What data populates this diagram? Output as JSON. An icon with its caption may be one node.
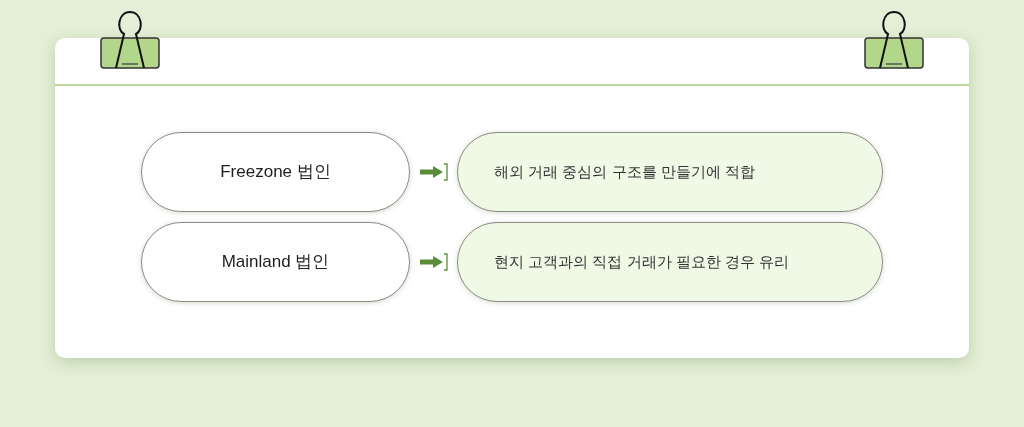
{
  "diagram": {
    "nodes": [
      {
        "text": [
          "Freezone 법인"
        ]
      },
      {
        "text": [
          "해외 거래 중심의 구조를 만들기에 적합"
        ]
      },
      {
        "text": [
          "Mainland 법인"
        ]
      },
      {
        "text": [
          "현지 고객과의 직접 거래가 필요한 경우 유리"
        ]
      }
    ],
    "edges": [
      {
        "from": 0,
        "to": 1,
        "arrow": "to"
      },
      {
        "from": 2,
        "to": 3,
        "arrow": "to"
      }
    ]
  }
}
